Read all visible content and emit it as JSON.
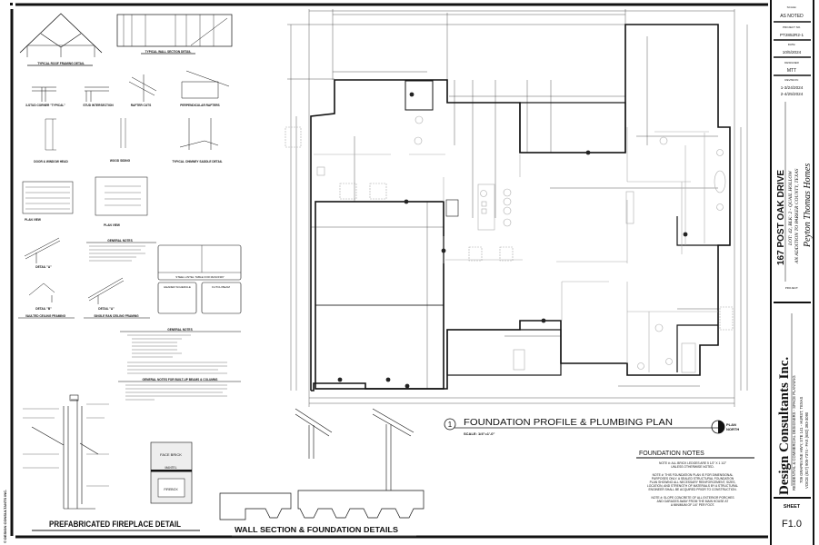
{
  "title_block": {
    "scale_label": "SCALE:",
    "scale_value": "AS NOTED",
    "project_no_label": "PROJECT NO.",
    "project_no_value": "PT2852R2-1",
    "date_label": "DATE:",
    "date_value": "10/5/2024",
    "designer_label": "DESIGNER",
    "designer_value": "MTT",
    "revision_label": "REVISION:",
    "revisions": [
      "1-3/24/2024",
      "2-4/25/2024"
    ],
    "address": "167 POST OAK DRIVE",
    "lot": "LOT: 42, BLK: 2 - QUAIL HOLLOW",
    "addition": "AN ADDITION TO PARKER COUNTY, TEXAS",
    "builder": "Peyton Thomas Homes",
    "project_label": "PROJECT:",
    "firm": "Design Consultants Inc.",
    "firm_tagline": "RESIDENTIAL & COMMERCIAL DESIGNERS - SPACE PLANNING",
    "firm_address": "709 GRAPEVINE HWY, STE 141 - HURST, TEXAS",
    "firm_phone": "VOICE (817) 905-7374 - FAX (682) 393-3090",
    "sheet_label": "SHEET",
    "sheet_number": "F1.0"
  },
  "copyright": "© DESIGN CONSULTANTS INC.",
  "plan": {
    "number": "1",
    "title": "FOUNDATION PROFILE & PLUMBING PLAN",
    "scale": "SCALE: 1/4\"=1'-0\"",
    "north_label_1": "PLAN",
    "north_label_2": "NORTH"
  },
  "foundation_notes": {
    "heading": "FOUNDATION NOTES",
    "notes": [
      [
        "NOTE #: ALL BRICK LEDGES ARE 5 1/2\" X 1 1/2\"",
        "UNLESS OTHERWISE NOTED."
      ],
      [
        "NOTE #: THIS FOUNDATION PLAN IS FOR DIMENSIONAL",
        "PURPOSES ONLY. A SEALED STRUCTURAL FOUNDATION",
        "PLAN SHOWING ALL NECESSARY REINFORCEMENT, SIZES,",
        "LOCATION, AND STRENGTH OF MATERIALS BY A STRUCTURAL",
        "ENGINEER SHALL BE ACQUIRED PRIOR TO CONSTRUCTION."
      ],
      [
        "NOTE #: SLOPE CONCRETE OF ALL EXTERIOR PORCHES",
        "AND GARAGES AWAY FROM THE MAIN HOUSE AT",
        "A MINIMUM OF 1/4\" PER FOOT."
      ]
    ]
  },
  "details": {
    "roof_framing": "TYPICAL ROOF FRAMING DETAIL",
    "wall_section": "TYPICAL WALL SECTION DETAIL",
    "stud_corner": "3-STUD CORNER \"TYPICAL\"",
    "stud_intersection": "STUD INTERSECTION",
    "rafter_cuts": "RAFTER CUTS",
    "perpendicular_rafters": "PERPENDICULAR RAFTERS",
    "door_window_head": "DOOR & WINDOW HEAD",
    "wood_siding": "WOOD SIDING",
    "chimney_saddle": "TYPICAL CHIMNEY SADDLE DETAIL",
    "plan_view_1": "PLAN VIEW",
    "plan_view_2": "PLAN VIEW",
    "detail_a_1": "DETAIL \"A\"",
    "detail_b": "DETAIL \"B\"",
    "detail_a_2": "DETAIL \"A\"",
    "vaulted_ceiling": "VAULTED CEILING FRAMING",
    "single_ran_ceiling": "SINGLE RAN CEILING FRAMING",
    "general_notes_1": "GENERAL NOTES",
    "steel_lintel": "STEEL LINTEL TABLE FOR MASONRY",
    "header_schedule": "HEADER SCHEDULE",
    "flitch_beam": "FLITCH BEAM",
    "general_notes_2": "GENERAL NOTES",
    "general_notes_beams": "GENERAL NOTES FOR BUILT-UP BEAMS & COLUMNS",
    "face_brick": "FACE BRICK",
    "mantel": "MANTEL",
    "firebox": "FIREBOX",
    "fireplace_title": "PREFABRICATED FIREPLACE DETAIL",
    "wall_foundation_title": "WALL SECTION & FOUNDATION DETAILS"
  }
}
